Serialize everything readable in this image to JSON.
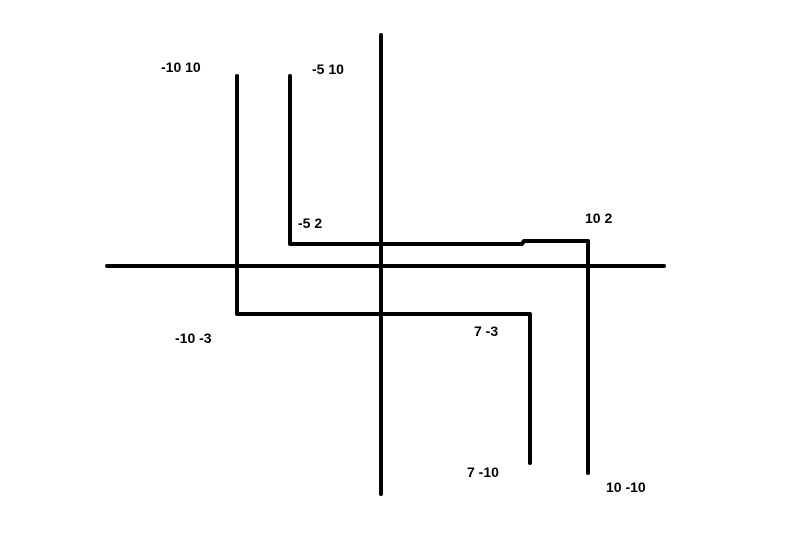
{
  "labels": {
    "outer_left_top": "-10 10",
    "inner_left_top": "-5 10",
    "inner_left_corner": "-5 2",
    "outer_right_corner": "10 2",
    "outer_left_corner": "-10 -3",
    "inner_right_corner": "7 -3",
    "inner_right_bottom": "7 -10",
    "outer_right_bottom": "10 -10"
  },
  "colors": {
    "stroke": "#000000",
    "background": "#ffffff"
  }
}
